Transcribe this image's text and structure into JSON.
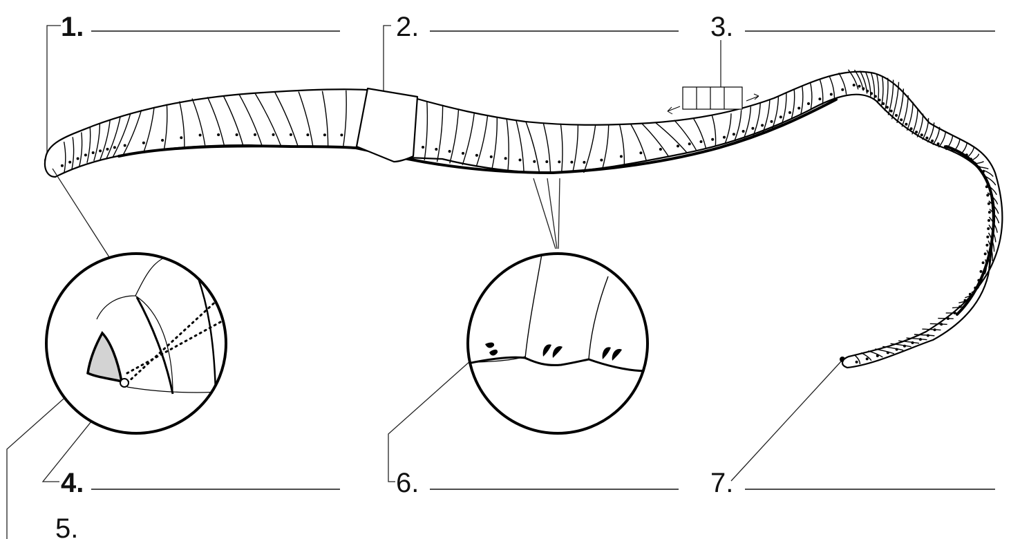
{
  "labels": {
    "l1": "1.",
    "l2": "2.",
    "l3": "3.",
    "l4": "4.",
    "l5": "5.",
    "l6": "6.",
    "l7": "7."
  },
  "colors": {
    "line": "#000000",
    "fill": "#ffffff",
    "mouth_fill": "#d3d3d3"
  }
}
